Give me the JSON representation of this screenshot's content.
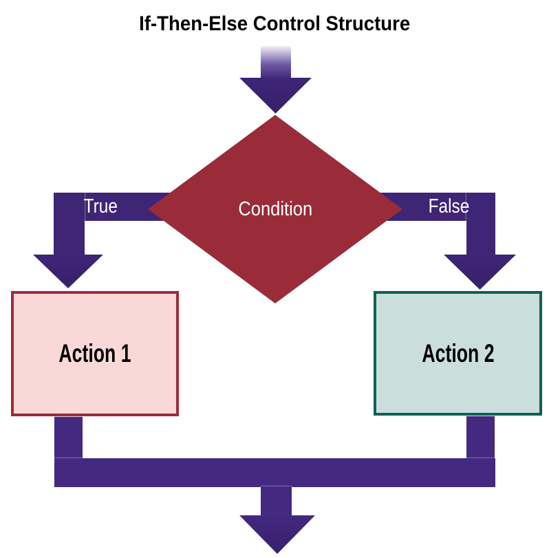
{
  "title": "If-Then-Else Control Structure",
  "diagram": {
    "condition_label": "Condition",
    "true_label": "True",
    "false_label": "False",
    "action1_label": "Action 1",
    "action2_label": "Action 2"
  },
  "colors": {
    "background": "#FFFFFF",
    "purple_top": "#3E2576",
    "purple_bottom": "#43297F",
    "purple_dark": "#371F6D",
    "gradient_light": "#F2F0F7",
    "diamond_red": "#9A2C39",
    "action1_fill": "#FBD8D8",
    "action1_border": "#9E2B3A",
    "action2_fill": "#CADFDC",
    "action2_border": "#0F6153",
    "title_color": "#000000",
    "label_text": "#FFFFFF"
  }
}
